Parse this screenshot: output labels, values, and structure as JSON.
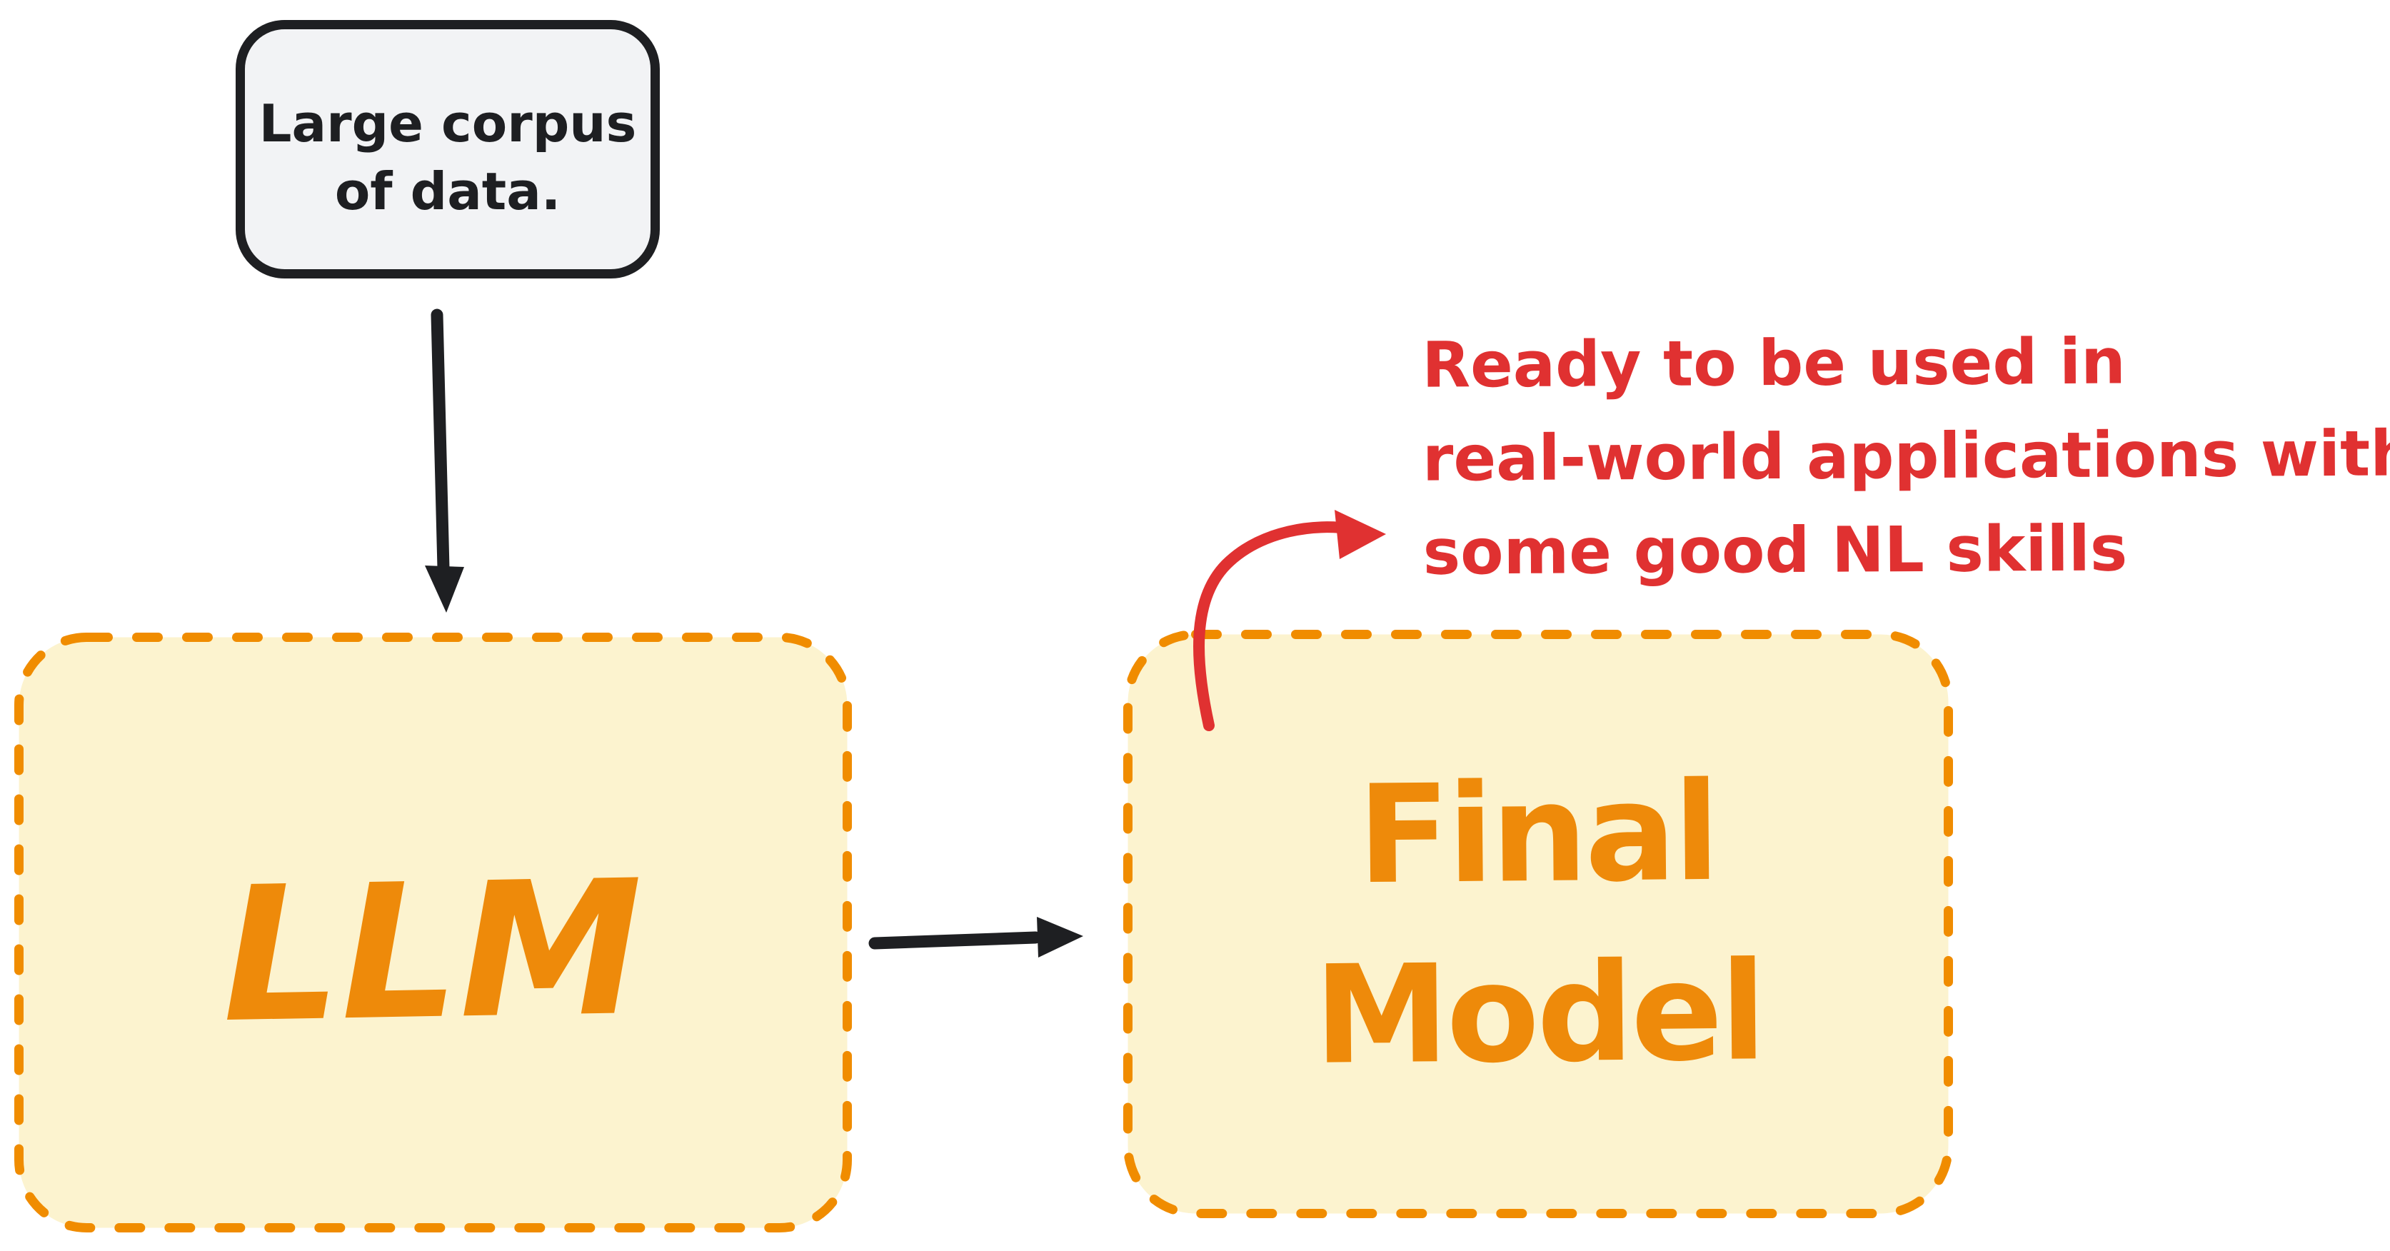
{
  "canvas": {
    "background": "#ffffff"
  },
  "nodes": {
    "corpus": {
      "lines": [
        "Large corpus",
        "of data."
      ],
      "fill": "#f2f3f5",
      "stroke": "#1e1f22",
      "text_color": "#1e1f22"
    },
    "llm": {
      "label": "LLM",
      "fill": "#fcf3cf",
      "stroke": "#f08c00",
      "text_color": "#ee8a0a"
    },
    "final": {
      "lines": [
        "Final",
        "Model"
      ],
      "fill": "#fcf3cf",
      "stroke": "#f08c00",
      "text_color": "#ee8a0a"
    }
  },
  "annotation": {
    "lines": [
      "Ready to be used in",
      "real-world applications with",
      "some good NL skills"
    ],
    "color": "#e03131"
  },
  "connectors": {
    "corpus_to_llm": {
      "type": "straight-arrow-down",
      "color": "#1e1f22"
    },
    "llm_to_final": {
      "type": "straight-arrow-right",
      "color": "#1e1f22"
    },
    "final_to_annotation": {
      "type": "curved-arrow",
      "color": "#e03131"
    }
  }
}
